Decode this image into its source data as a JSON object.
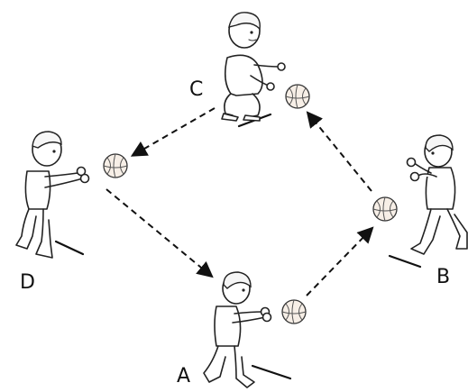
{
  "players": {
    "a": {
      "label": "A"
    },
    "b": {
      "label": "B"
    },
    "c": {
      "label": "C"
    },
    "d": {
      "label": "D"
    }
  },
  "passing_order": [
    "A",
    "B",
    "C",
    "D",
    "A"
  ]
}
